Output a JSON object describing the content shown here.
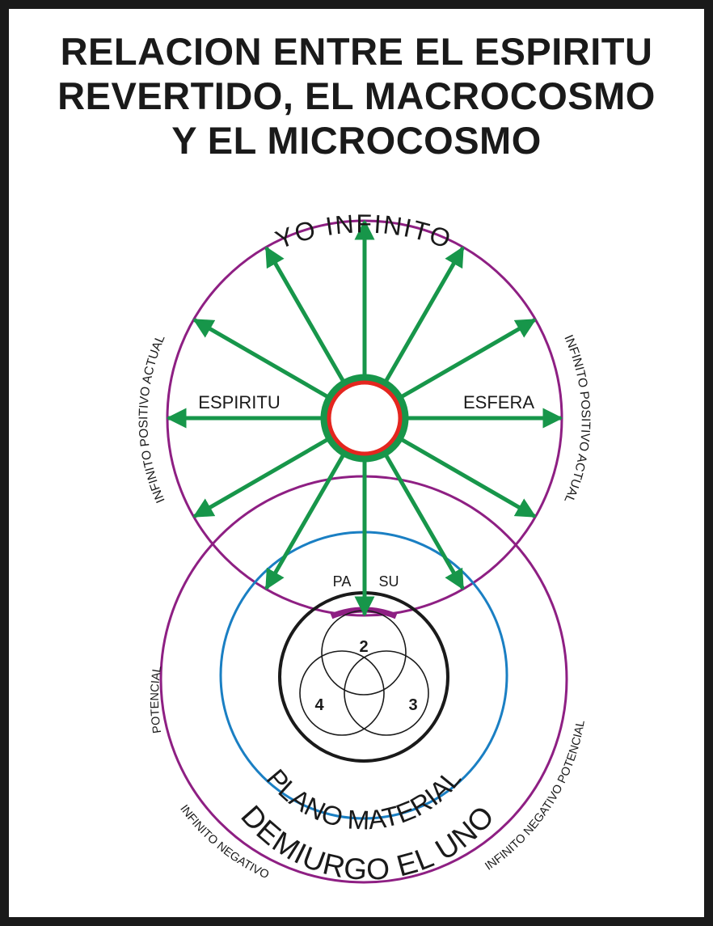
{
  "title": {
    "line1": "RELACION ENTRE EL ESPIRITU",
    "line2": "REVERTIDO, EL MACROCOSMO",
    "line3": "Y EL MICROCOSMO"
  },
  "labels": {
    "yo_infinito": "YO INFINITO",
    "infinito_positivo_left": "INFINITO POSITIVO ACTUAL",
    "infinito_positivo_right": "INFINITO POSITIVO ACTUAL",
    "espiritu": "ESPIRITU",
    "esfera": "ESFERA",
    "pa": "PA",
    "su": "SU",
    "num_2": "2",
    "num_3": "3",
    "num_4": "4",
    "plano_material": "PLANO MATERIAL",
    "demiurgo": "DEMIURGO EL UNO",
    "potencial_left": "POTENCIAL",
    "infinito_negativo_left": "INFINITO NEGATIVO",
    "infinito_negativo_right": "INFINITO NEGATIVO POTENCIAL"
  },
  "colors": {
    "frame": "#1a1a1a",
    "purple": "#8e1f83",
    "green": "#17964a",
    "red": "#e4261f",
    "blue": "#1a7fc3",
    "black": "#1a1a1a"
  },
  "arrows": {
    "count": 12,
    "directions_deg": [
      0,
      30,
      60,
      90,
      120,
      150,
      180,
      210,
      240,
      270,
      300,
      330
    ]
  }
}
